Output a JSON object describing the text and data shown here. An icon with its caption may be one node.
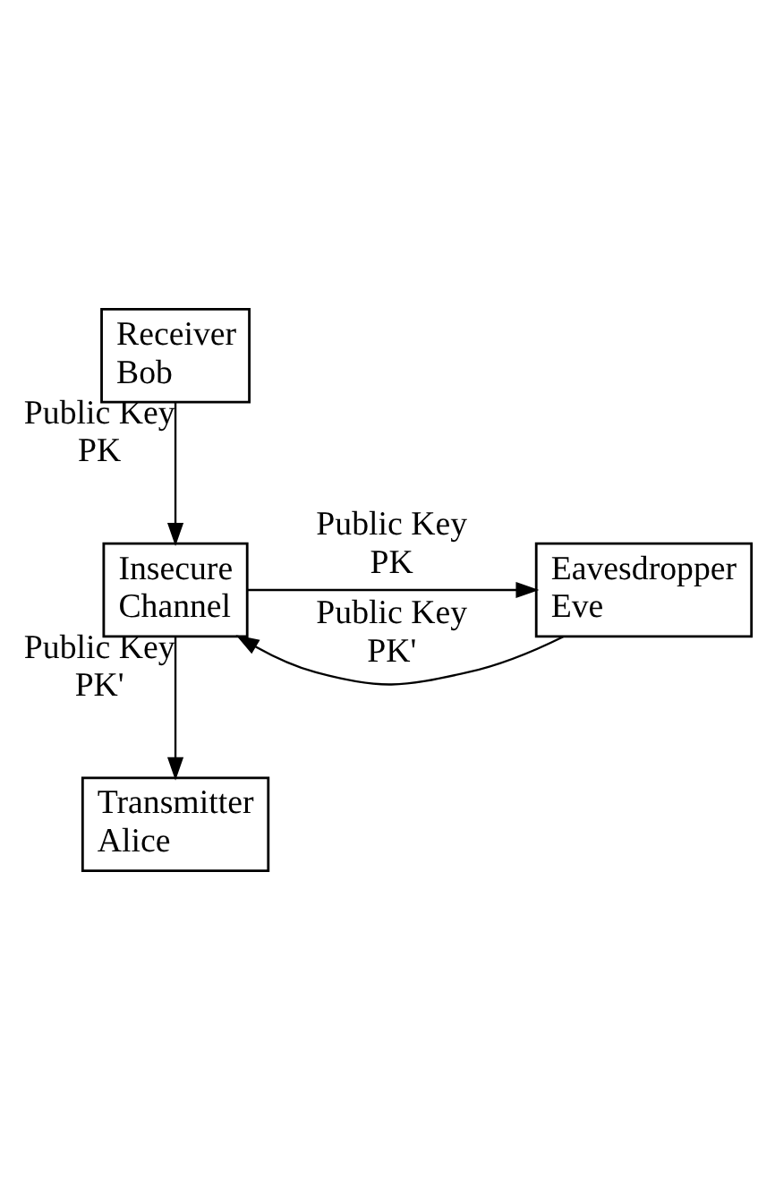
{
  "diagram": {
    "nodes": [
      {
        "text": [
          "Receiver Bob"
        ]
      },
      {
        "text": [
          "Insecure Channel"
        ]
      },
      {
        "text": [
          "Eavesdropper Eve"
        ]
      },
      {
        "text": [
          "Transmitter Alice"
        ]
      }
    ],
    "edges": [
      {
        "from": 0,
        "to": 1,
        "arrow": "to",
        "label": "Public Key PK"
      },
      {
        "from": 1,
        "to": 2,
        "arrow": "to",
        "label": "Public Key PK"
      },
      {
        "from": 2,
        "to": 1,
        "arrow": "to",
        "label": "Public Key PK'"
      },
      {
        "from": 1,
        "to": 3,
        "arrow": "to",
        "label": "Public Key PK'"
      }
    ]
  }
}
